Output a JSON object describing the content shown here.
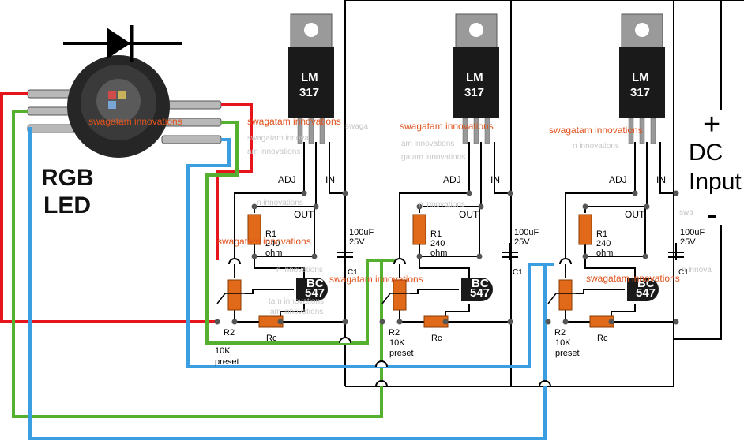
{
  "led": {
    "title_line1": "RGB",
    "title_line2": "LED"
  },
  "input": {
    "line1": "DC",
    "line2": "Input",
    "plus": "+",
    "minus": "-"
  },
  "watermark": {
    "main": "swagatam innovations",
    "fragments": [
      "swaga",
      "swagatam innova",
      "am innovations",
      "am innovations",
      "n innovations",
      "gatam innovations",
      "n innovations",
      "n innovations",
      "n innovations",
      "tam innovations",
      "am innovations",
      "swa",
      "n innova"
    ]
  },
  "stages": [
    {
      "ic": "LM",
      "ic2": "317",
      "adj": "ADJ",
      "in": "IN",
      "out": "OUT",
      "r1": "R1",
      "r1v": "240",
      "r1u": "ohm",
      "cap": "100uF",
      "capv": "25V",
      "c1": "C1",
      "bc": "BC",
      "bcv": "547",
      "r2": "R2",
      "r2v": "10K",
      "r2u": "preset",
      "rc": "Rc"
    },
    {
      "ic": "LM",
      "ic2": "317",
      "adj": "ADJ",
      "in": "IN",
      "out": "OUT",
      "r1": "R1",
      "r1v": "240",
      "r1u": "ohm",
      "cap": "100uF",
      "capv": "25V",
      "c1": "C1",
      "bc": "BC",
      "bcv": "547",
      "r2": "R2",
      "r2v": "10K",
      "r2u": "preset",
      "rc": "Rc"
    },
    {
      "ic": "LM",
      "ic2": "317",
      "adj": "ADJ",
      "in": "IN",
      "out": "OUT",
      "r1": "R1",
      "r1v": "240",
      "r1u": "ohm",
      "cap": "100uF",
      "capv": "25V",
      "c1": "C1",
      "bc": "BC",
      "bcv": "547",
      "r2": "R2",
      "r2v": "10K",
      "r2u": "preset",
      "rc": "Rc"
    }
  ],
  "colors": {
    "red": "#e8141c",
    "green": "#55b030",
    "blue": "#3a9ee0",
    "resistor": "#e06a1a",
    "chip": "#1a1a1a",
    "watermark": "#e0531d"
  }
}
